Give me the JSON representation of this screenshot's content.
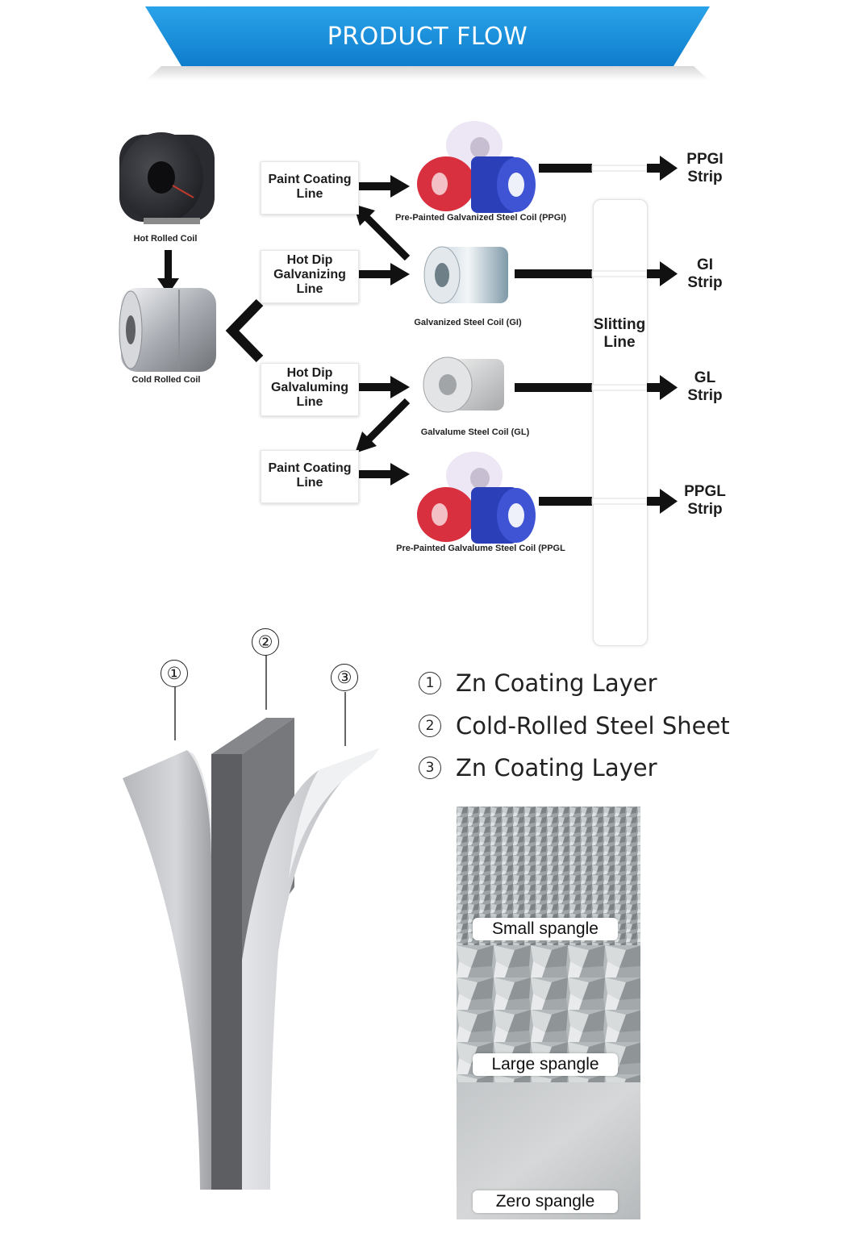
{
  "banner": {
    "title": "PRODUCT FLOW"
  },
  "flow": {
    "hot_rolled_coil": "Hot Rolled Coil",
    "cold_rolled_coil": "Cold Rolled Coil",
    "lines": {
      "paint_coating_1": "Paint Coating\nLine",
      "hot_dip_galvanizing": "Hot Dip\nGalvanizing\nLine",
      "hot_dip_galvaluming": "Hot Dip\nGalvaluming\nLine",
      "paint_coating_2": "Paint Coating\nLine"
    },
    "coils": {
      "ppgi": "Pre-Painted Galvanized Steel Coil (PPGI)",
      "gi": "Galvanized Steel Coil (GI)",
      "gl": "Galvalume Steel Coil (GL)",
      "ppgl": "Pre-Painted Galvalume Steel Coil (PPGL"
    },
    "slitting_line": "Slitting\nLine",
    "strips": {
      "ppgi": "PPGI\nStrip",
      "gi": "GI\nStrip",
      "gl": "GL\nStrip",
      "ppgl": "PPGL\nStrip"
    }
  },
  "layers": {
    "markers": [
      "①",
      "②",
      "③"
    ],
    "legend": [
      {
        "num": "1",
        "label": "Zn Coating Layer"
      },
      {
        "num": "2",
        "label": "Cold-Rolled Steel Sheet"
      },
      {
        "num": "3",
        "label": "Zn Coating Layer"
      }
    ],
    "spangles": [
      "Small spangle",
      "Large spangle",
      "Zero spangle"
    ]
  },
  "colors": {
    "banner_blue": "#1a8fd8",
    "coil_red": "#d8303f",
    "coil_blue": "#2b3fb8",
    "coil_white": "#eeeef8",
    "steel_dark": "#5d5e62",
    "steel_light": "#c4c6ca"
  }
}
